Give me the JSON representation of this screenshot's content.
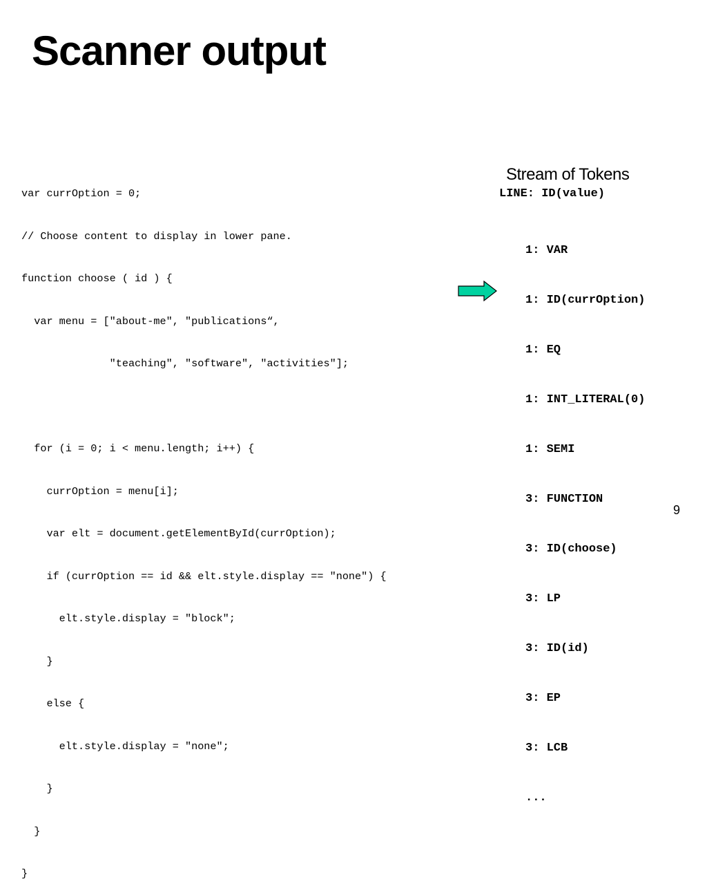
{
  "slide": {
    "title": "Scanner output",
    "page_number": "9"
  },
  "code": {
    "lines": [
      "var currOption = 0;",
      "// Choose content to display in lower pane.",
      "function choose ( id ) {",
      "  var menu = [\"about-me\", \"publications“,",
      "              \"teaching\", \"software\", \"activities\"];",
      "",
      "  for (i = 0; i < menu.length; i++) {",
      "    currOption = menu[i];",
      "    var elt = document.getElementById(currOption);",
      "    if (currOption == id && elt.style.display == \"none\") {",
      "      elt.style.display = \"block\";",
      "    }",
      "    else {",
      "      elt.style.display = \"none\";",
      "    }",
      "  }",
      "}"
    ]
  },
  "arrow": {
    "icon": "right-arrow-icon",
    "fill_color": "#00D2A0",
    "stroke_color": "#000000"
  },
  "tokens": {
    "heading": "Stream of Tokens",
    "format": "LINE: ID(value)",
    "items": [
      "1: VAR",
      "1: ID(currOption)",
      "1: EQ",
      "1: INT_LITERAL(0)",
      "1: SEMI",
      "3: FUNCTION",
      "3: ID(choose)",
      "3: LP",
      "3: ID(id)",
      "3: EP",
      "3: LCB",
      "..."
    ]
  }
}
